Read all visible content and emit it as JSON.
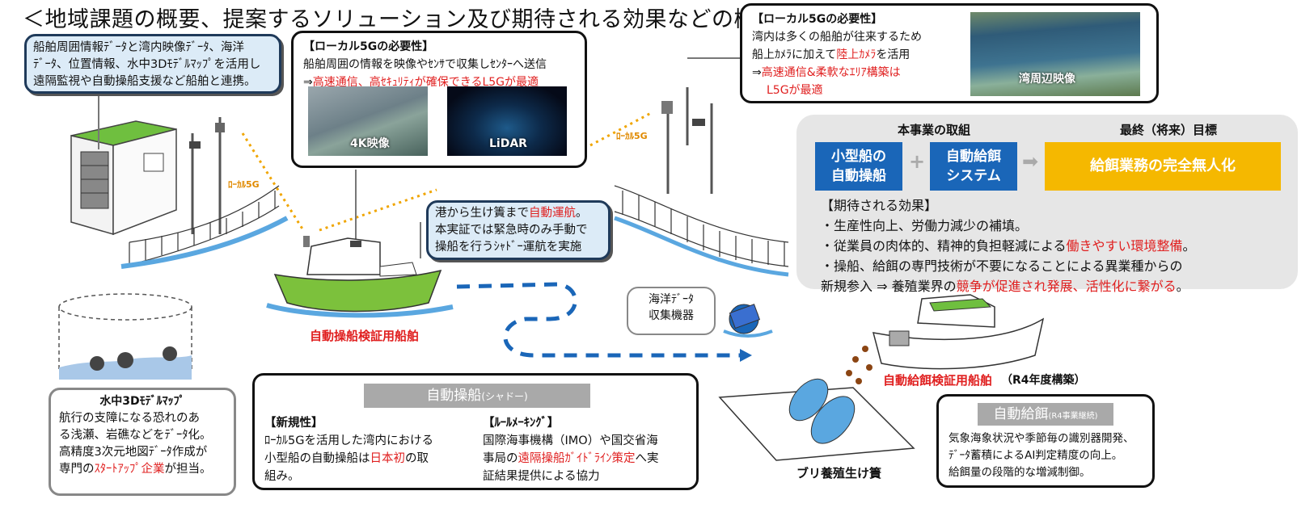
{
  "title": "＜地域課題の概要、提案するソリューション及び期待される効果などの概要＞",
  "top_left_box": {
    "lines": [
      "船舶周囲情報ﾃﾞｰﾀと湾内映像ﾃﾞｰﾀ、海洋",
      "ﾃﾞｰﾀ、位置情報、水中3Dﾓﾃﾞﾙﾏｯﾌﾟを活用し",
      "遠隔監視や自動操船支援など船舶と連携。"
    ]
  },
  "local5g_center": {
    "heading": "【ローカル5Gの必要性】",
    "line1": "船舶周囲の情報を映像やｾﾝｻで収集しｾﾝﾀｰへ送信",
    "line2_prefix": "⇒",
    "line2_red": "高速通信、高ｾｷｭﾘﾃｨが確保できるL5Gが最適",
    "image1_caption": "4K映像",
    "image2_caption": "LiDAR"
  },
  "local5g_right": {
    "heading": "【ローカル5Gの必要性】",
    "line1": "湾内は多くの船舶が往来するため",
    "line2_prefix": "船上ｶﾒﾗに加えて",
    "line2_red": "陸上ｶﾒﾗ",
    "line2_suffix": "を活用",
    "line3_prefix": "⇒",
    "line3_red": "高速通信&柔軟なｴﾘｱ構築は",
    "line4_red": "L5Gが最適",
    "image_caption": "湾周辺映像"
  },
  "goal_panel": {
    "header_left": "本事業の取組",
    "header_right": "最終（将来）目標",
    "btn1": "小型船の\n自動操船",
    "btn2": "自動給餌\nシステム",
    "plus": "+",
    "arrow": "➡",
    "goal": "給餌業務の完全無人化",
    "effects_heading": "【期待される効果】",
    "effect1": "・生産性向上、労働力減少の補填。",
    "effect2_prefix": "・従業員の肉体的、精神的負担軽減による",
    "effect2_red": "働きやすい環境整備",
    "effect2_suffix": "。",
    "effect3_line1": "・操船、給餌の専門技術が不要になることによる異業種からの",
    "effect3_prefix": "新規参入 ⇒ 養殖業界の",
    "effect3_red": "競争が促進され発展、活性化に繋がる",
    "effect3_suffix": "。"
  },
  "port_box": {
    "line1_prefix": "港から生け簀まで",
    "line1_red": "自動運航",
    "line1_suffix": "。",
    "line2": "本実証では緊急時のみ手動で",
    "line3": "操船を行うｼｬﾄﾞｰ運航を実施"
  },
  "labels": {
    "local5g_left": "ﾛｰｶﾙ5G",
    "local5g_right": "ﾛｰｶﾙ5G",
    "ship_auto": "自動操船検証用船舶",
    "ship_feed": "自動給餌検証用船舶",
    "ship_feed_note": "（R4年度構築）",
    "ocean_device": "海洋ﾃﾞｰﾀ\n収集機器",
    "fish_pen": "ブリ養殖生け簀"
  },
  "map_box": {
    "title": "水中3Dﾓﾃﾞﾙﾏｯﾌﾟ",
    "line1": "航行の支障になる恐れのあ",
    "line2": "る浅瀬、岩礁などをﾃﾞｰﾀ化。",
    "line3": "高精度3次元地図ﾃﾞｰﾀ作成が",
    "line4_prefix": "専門の",
    "line4_red": "ｽﾀｰﾄｱｯﾌﾟ企業",
    "line4_suffix": "が担当。"
  },
  "auto_ship_box": {
    "header": "自動操船",
    "header_sub": "(シャドー)",
    "novelty_heading": "【新規性】",
    "novelty_line1": "ﾛｰｶﾙ5Gを活用した湾内における",
    "novelty_line2_prefix": "小型船の自動操船は",
    "novelty_line2_red": "日本初",
    "novelty_line2_suffix": "の取",
    "novelty_line3": "組み。",
    "rule_heading": "【ﾙｰﾙﾒｰｷﾝｸﾞ】",
    "rule_line1": "国際海事機構（IMO）や国交省海",
    "rule_line2_prefix": "事局の",
    "rule_line2_red": "遠隔操船ｶﾞｲﾄﾞﾗｲﾝ策定",
    "rule_line2_suffix": "へ実",
    "rule_line3": "証結果提供による協力"
  },
  "auto_feed_box": {
    "header": "自動給餌",
    "header_sub": "(R4事業継続)",
    "line1": "気象海象状況や季節毎の識別器開発、",
    "line2": "ﾃﾞｰﾀ蓄積によるAI判定精度の向上。",
    "line3": "給餌量の段階的な増減制御。"
  },
  "colors": {
    "blue_btn": "#1a66b8",
    "goal_btn": "#f5b800",
    "red_text": "#e02020",
    "boat_green": "#7cc13c",
    "route_blue": "#1a66b8",
    "panel_gray": "#e6e6e6"
  }
}
